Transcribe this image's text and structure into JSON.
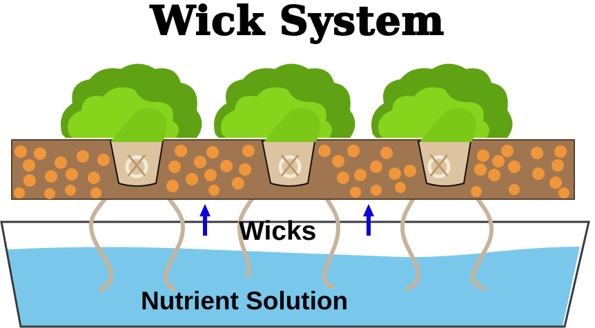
{
  "title": "Wick System",
  "labels": {
    "wicks": "Wicks",
    "nutrient_solution": "Nutrient Solution"
  },
  "components": {
    "plants": 3,
    "net_pots": 3,
    "wicks": 6,
    "arrows": 2,
    "growing_medium": "brown substrate with orange pellets",
    "reservoir": "trapezoid tank with blue nutrient solution"
  },
  "colors": {
    "medium": "#a07650",
    "pellet": "#f0963a",
    "water": "#79c8ec",
    "leaf_dark": "#5fa314",
    "leaf_light": "#86d41c",
    "wick": "#c8b49a",
    "arrow": "#0a00e0",
    "tank_outline": "#3a3a3a"
  }
}
